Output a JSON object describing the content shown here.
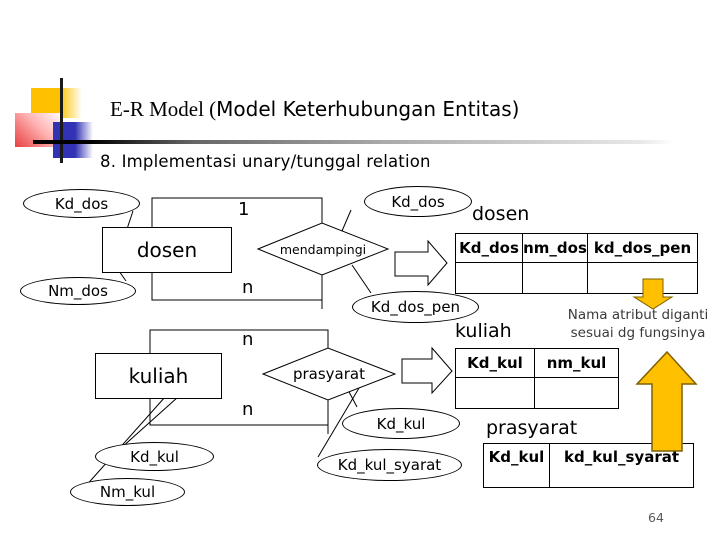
{
  "header": {
    "title_serif": "E-R Model (",
    "title_sans": "Model Keterhubungan Entitas)",
    "subtitle": "8. Implementasi unary/tunggal relation"
  },
  "er": {
    "dosen_entity": "dosen",
    "kuliah_entity": "kuliah",
    "rel_mendampingi": "mendampingi",
    "rel_prasyarat": "prasyarat",
    "card_1": "1",
    "card_n": "n",
    "attr_kd_dos": "Kd_dos",
    "attr_nm_dos": "Nm_dos",
    "attr_kd_dos2": "Kd_dos",
    "attr_kd_dos_pen": "Kd_dos_pen",
    "attr_kd_kul": "Kd_kul",
    "attr_nm_kul": "Nm_kul",
    "attr_kd_kul2": "Kd_kul",
    "attr_kd_kul_syarat": "Kd_kul_syarat"
  },
  "tables": {
    "dosen": {
      "title": "dosen",
      "col0": "Kd_dos",
      "col1": "nm_dos",
      "col2": "kd_dos_pen"
    },
    "kuliah": {
      "title": "kuliah",
      "col0": "Kd_kul",
      "col1": "nm_kul"
    },
    "prasyarat": {
      "title": "prasyarat",
      "col0": "Kd_kul",
      "col1": "kd_kul_syarat"
    }
  },
  "note": {
    "line1": "Nama atribut diganti",
    "line2": "sesuai dg fungsinya"
  },
  "footer": {
    "page_number": "64"
  },
  "icons": {
    "flow_arrow": "block-arrow-right",
    "rename_arrow_down": "block-arrow-down",
    "rename_arrow_up": "block-arrow-up"
  },
  "colors": {
    "arrow_yellow": "#FFC000",
    "arrow_yellow_border": "#7F6000",
    "deco_yellow": "#FFC000",
    "deco_blue": "#3232B4",
    "deco_red": "#E84040",
    "line_black": "#000000"
  }
}
